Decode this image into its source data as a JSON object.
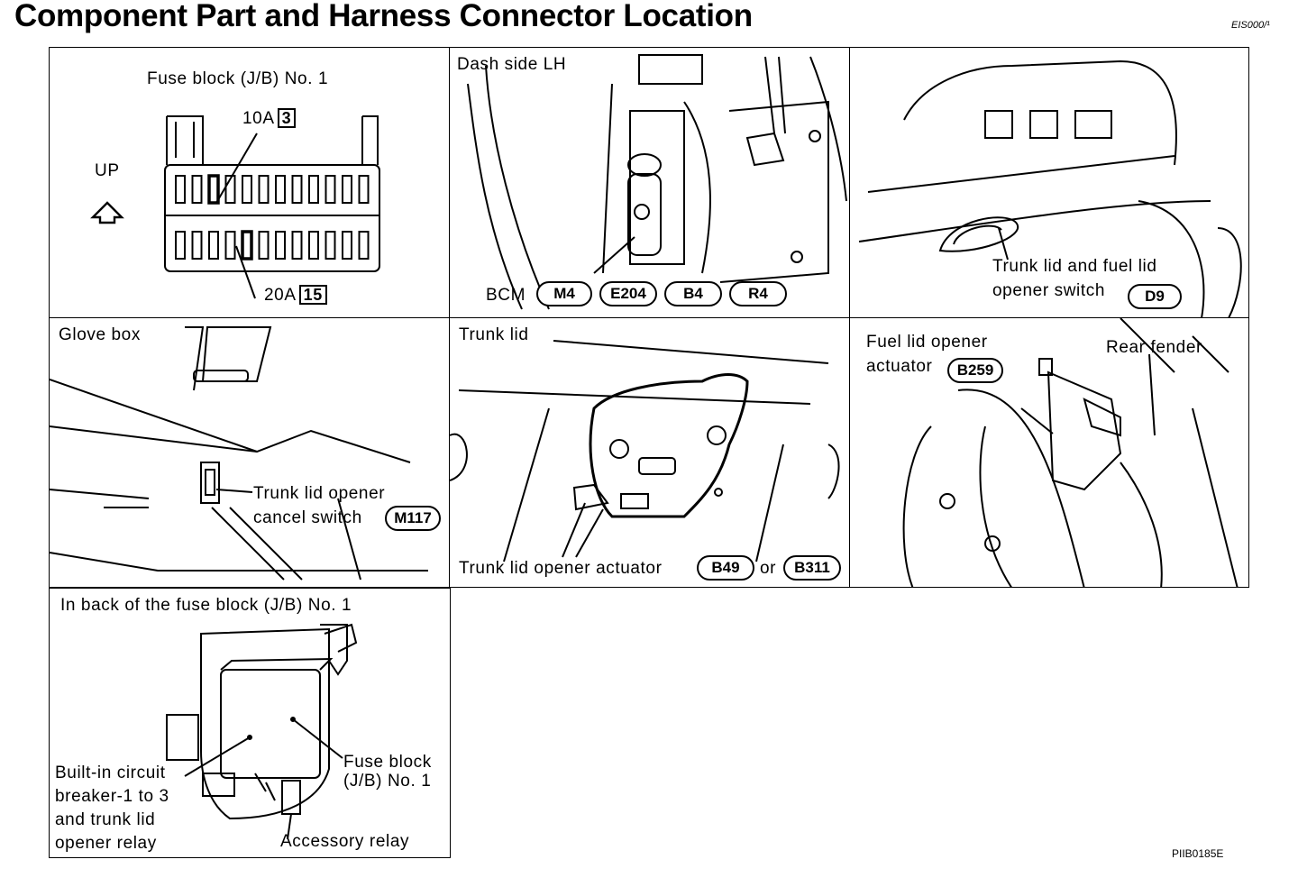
{
  "title": "Component Part and Harness Connector Location",
  "ref_code": "EIS000/¹",
  "figure_code": "PIIB0185E",
  "panels": {
    "fuse_block": {
      "heading": "Fuse block (J/B) No. 1",
      "up_label": "UP",
      "fuse_top_amp": "10A",
      "fuse_top_num": "3",
      "fuse_bottom_amp": "20A",
      "fuse_bottom_num": "15"
    },
    "dash_side": {
      "heading": "Dash side LH",
      "bcm_label": "BCM",
      "connectors": [
        "M4",
        "E204",
        "B4",
        "R4"
      ]
    },
    "door": {
      "line1": "Trunk lid and fuel lid",
      "line2": "opener switch",
      "connector": "D9"
    },
    "glove_box": {
      "heading": "Glove box",
      "line1": "Trunk lid opener",
      "line2": "cancel switch",
      "connector": "M117"
    },
    "trunk_lid": {
      "heading": "Trunk lid",
      "caption": "Trunk lid opener actuator",
      "connector_a": "B49",
      "or_text": "or",
      "connector_b": "B311"
    },
    "fuel_lid": {
      "line1": "Fuel lid opener",
      "line2": "actuator",
      "connector": "B259",
      "rear_fender": "Rear fender"
    },
    "back_fuse_block": {
      "heading": "In back of the fuse block (J/B) No. 1",
      "left_lines": [
        "Built-in circuit",
        "breaker-1 to 3",
        "and trunk lid",
        "opener relay"
      ],
      "right_lines": [
        "Fuse block",
        "(J/B)  No. 1"
      ],
      "accessory_relay": "Accessory relay"
    }
  }
}
